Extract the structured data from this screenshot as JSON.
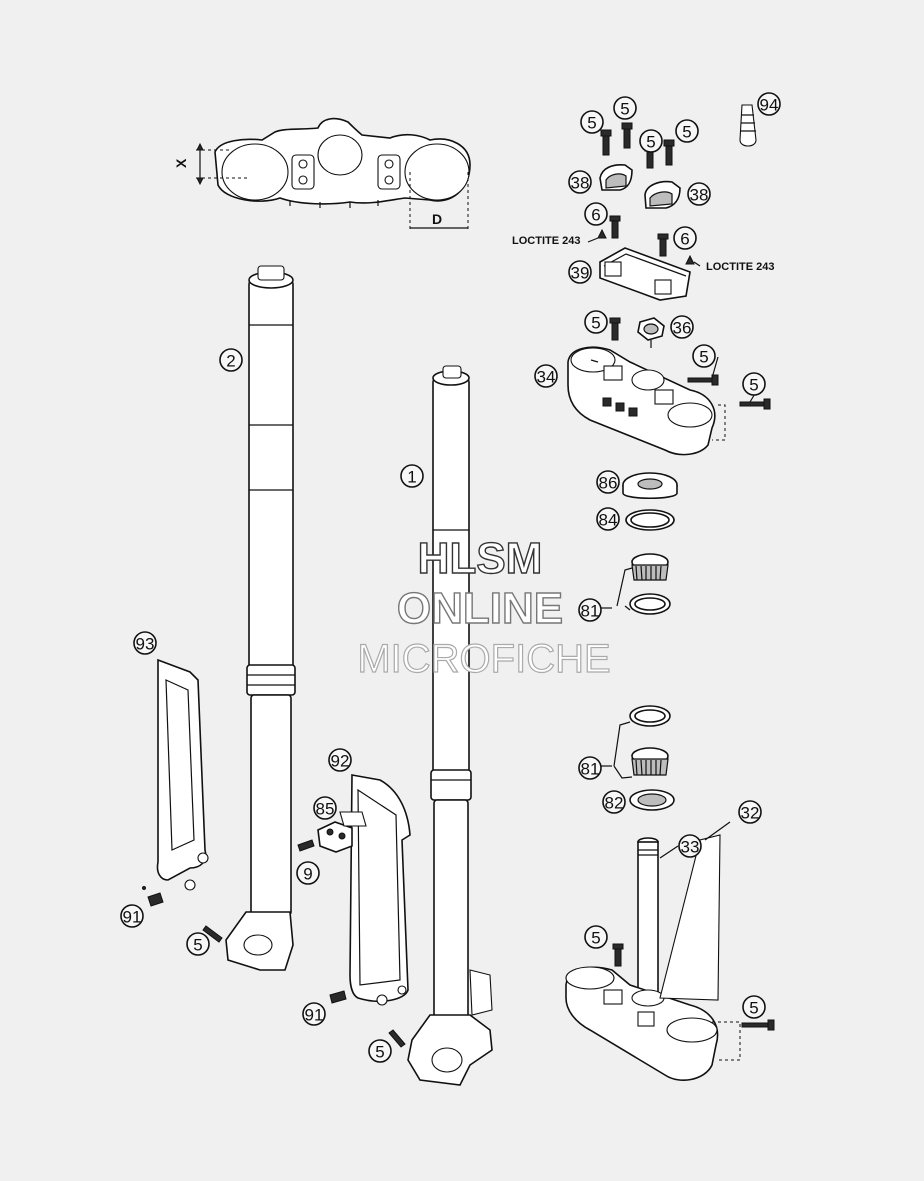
{
  "callouts": [
    {
      "id": "c-94",
      "label": "94"
    },
    {
      "id": "c-5a",
      "label": "5"
    },
    {
      "id": "c-5b",
      "label": "5"
    },
    {
      "id": "c-5c",
      "label": "5"
    },
    {
      "id": "c-5d",
      "label": "5"
    },
    {
      "id": "c-38a",
      "label": "38"
    },
    {
      "id": "c-38b",
      "label": "38"
    },
    {
      "id": "c-6a",
      "label": "6"
    },
    {
      "id": "c-6b",
      "label": "6"
    },
    {
      "id": "c-39",
      "label": "39"
    },
    {
      "id": "c-5e",
      "label": "5"
    },
    {
      "id": "c-36",
      "label": "36"
    },
    {
      "id": "c-5f",
      "label": "5"
    },
    {
      "id": "c-34",
      "label": "34"
    },
    {
      "id": "c-5g",
      "label": "5"
    },
    {
      "id": "c-86",
      "label": "86"
    },
    {
      "id": "c-84",
      "label": "84"
    },
    {
      "id": "c-81a",
      "label": "81"
    },
    {
      "id": "c-81b",
      "label": "81"
    },
    {
      "id": "c-82",
      "label": "82"
    },
    {
      "id": "c-32",
      "label": "32"
    },
    {
      "id": "c-33",
      "label": "33"
    },
    {
      "id": "c-5h",
      "label": "5"
    },
    {
      "id": "c-5i",
      "label": "5"
    },
    {
      "id": "c-2",
      "label": "2"
    },
    {
      "id": "c-1",
      "label": "1"
    },
    {
      "id": "c-93",
      "label": "93"
    },
    {
      "id": "c-92",
      "label": "92"
    },
    {
      "id": "c-85",
      "label": "85"
    },
    {
      "id": "c-9",
      "label": "9"
    },
    {
      "id": "c-91a",
      "label": "91"
    },
    {
      "id": "c-91b",
      "label": "91"
    },
    {
      "id": "c-5j",
      "label": "5"
    },
    {
      "id": "c-5k",
      "label": "5"
    }
  ],
  "notes": {
    "loctite_left": "LOCTITE 243",
    "loctite_right": "LOCTITE 243",
    "dim_x": "X",
    "dim_d": "D"
  },
  "watermark": {
    "line1": "HLSM",
    "line2": "ONLINE",
    "line3": "MICROFICHE"
  }
}
